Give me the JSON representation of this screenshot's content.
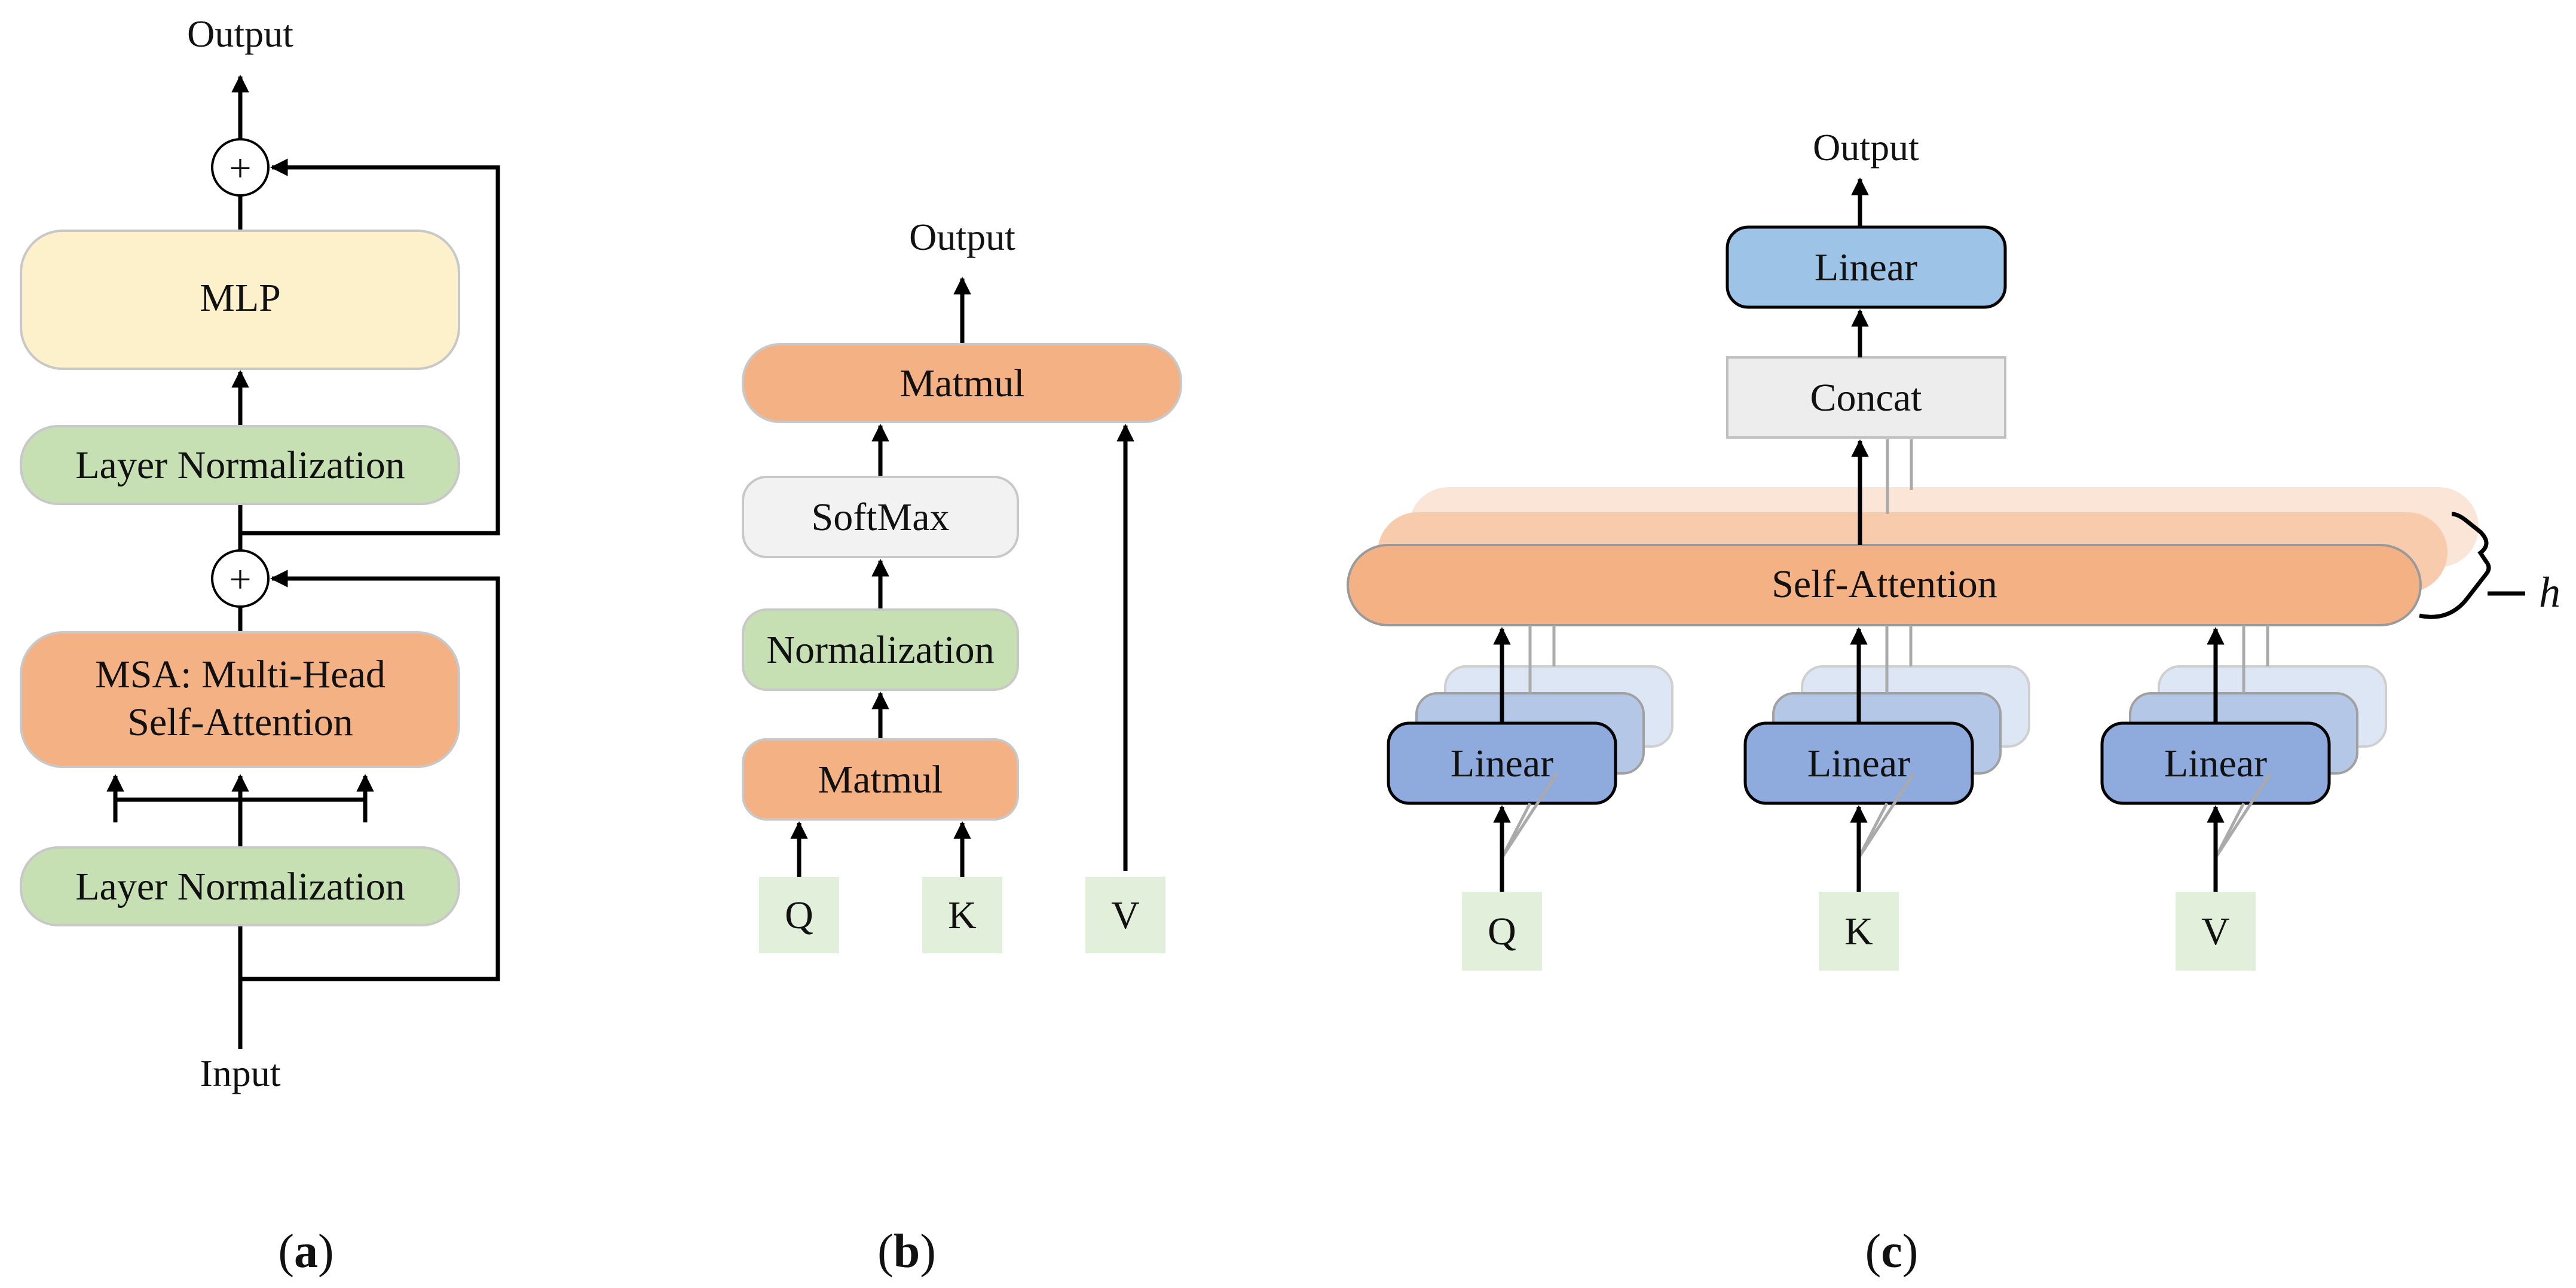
{
  "panel_a": {
    "output": "Output",
    "input": "Input",
    "mlp": "MLP",
    "layer_norm_top": "Layer Normalization",
    "msa_line1": "MSA: Multi-Head",
    "msa_line2": "Self-Attention",
    "layer_norm_bottom": "Layer Normalization",
    "plus": "+",
    "caption_open": "(",
    "caption_letter": "a",
    "caption_close": ")"
  },
  "panel_b": {
    "output": "Output",
    "matmul_top": "Matmul",
    "softmax": "SoftMax",
    "normalization": "Normalization",
    "matmul_bottom": "Matmul",
    "q": "Q",
    "k": "K",
    "v": "V",
    "caption_open": "(",
    "caption_letter": "b",
    "caption_close": ")"
  },
  "panel_c": {
    "output": "Output",
    "linear_top": "Linear",
    "concat": "Concat",
    "self_attention": "Self-Attention",
    "h": "h",
    "linear_q": "Linear",
    "linear_k": "Linear",
    "linear_v": "Linear",
    "q": "Q",
    "k": "K",
    "v": "V",
    "caption_open": "(",
    "caption_letter": "c",
    "caption_close": ")"
  },
  "colors": {
    "mlp_fill": "#fdf1cc",
    "norm_fill": "#c6e0b4",
    "attention_fill": "#f4b183",
    "softmax_fill": "#f2f2f2",
    "input_fill": "#e2efda",
    "linear_top_fill": "#9dc3e6",
    "linear_fill": "#8faadc",
    "concat_fill": "#ededed"
  }
}
